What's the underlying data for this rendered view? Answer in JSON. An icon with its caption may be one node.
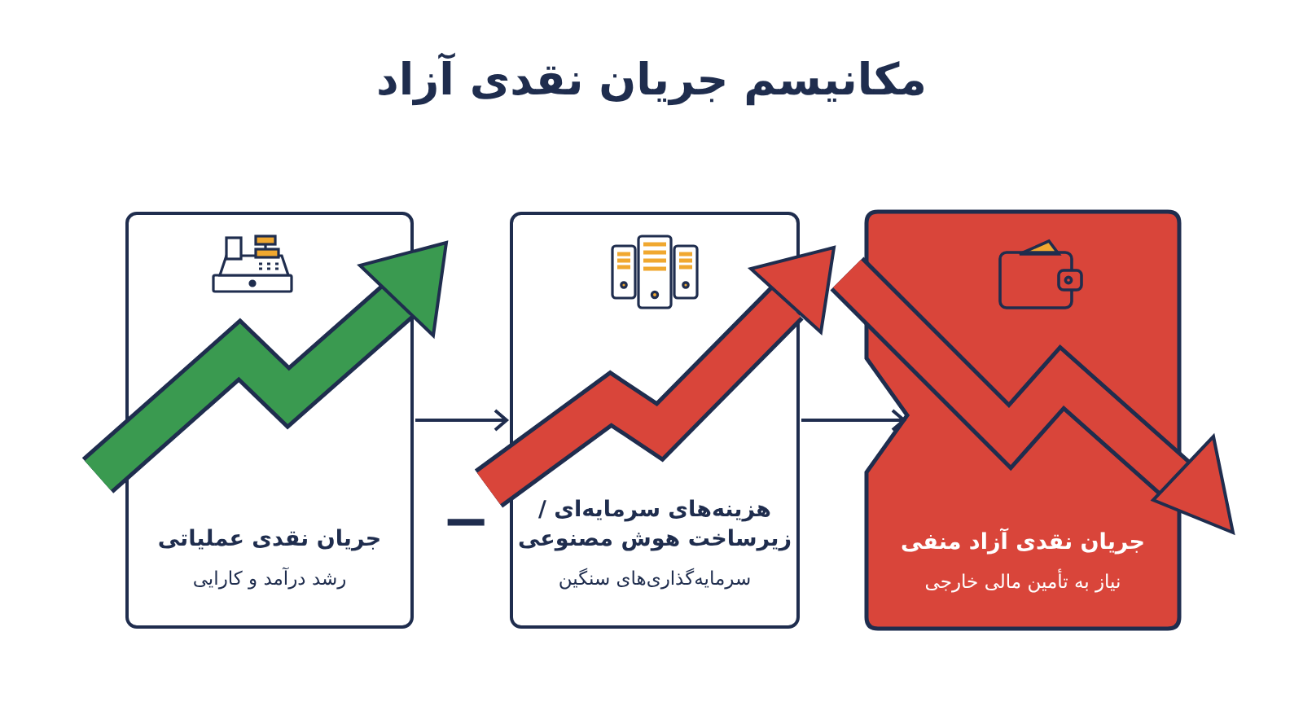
{
  "diagram": {
    "title": "مکانیسم جریان نقدی آزاد",
    "nodes": [
      {
        "text": [
          "جریان نقدی عملیاتی",
          "رشد درآمد و کارایی"
        ]
      },
      {
        "text": [
          "هزینه‌های سرمایه‌ای / زیرساخت هوش مصنوعی",
          "سرمایه‌گذاری‌های سنگین"
        ]
      },
      {
        "text": [
          "جریان نقدی آزاد منفی",
          "نیاز به تأمین مالی خارجی"
        ]
      }
    ],
    "edges": [
      {
        "from": 0,
        "to": 1,
        "arrow": "to"
      },
      {
        "from": 1,
        "to": 2,
        "arrow": "to"
      }
    ],
    "labels": [
      "−"
    ]
  }
}
